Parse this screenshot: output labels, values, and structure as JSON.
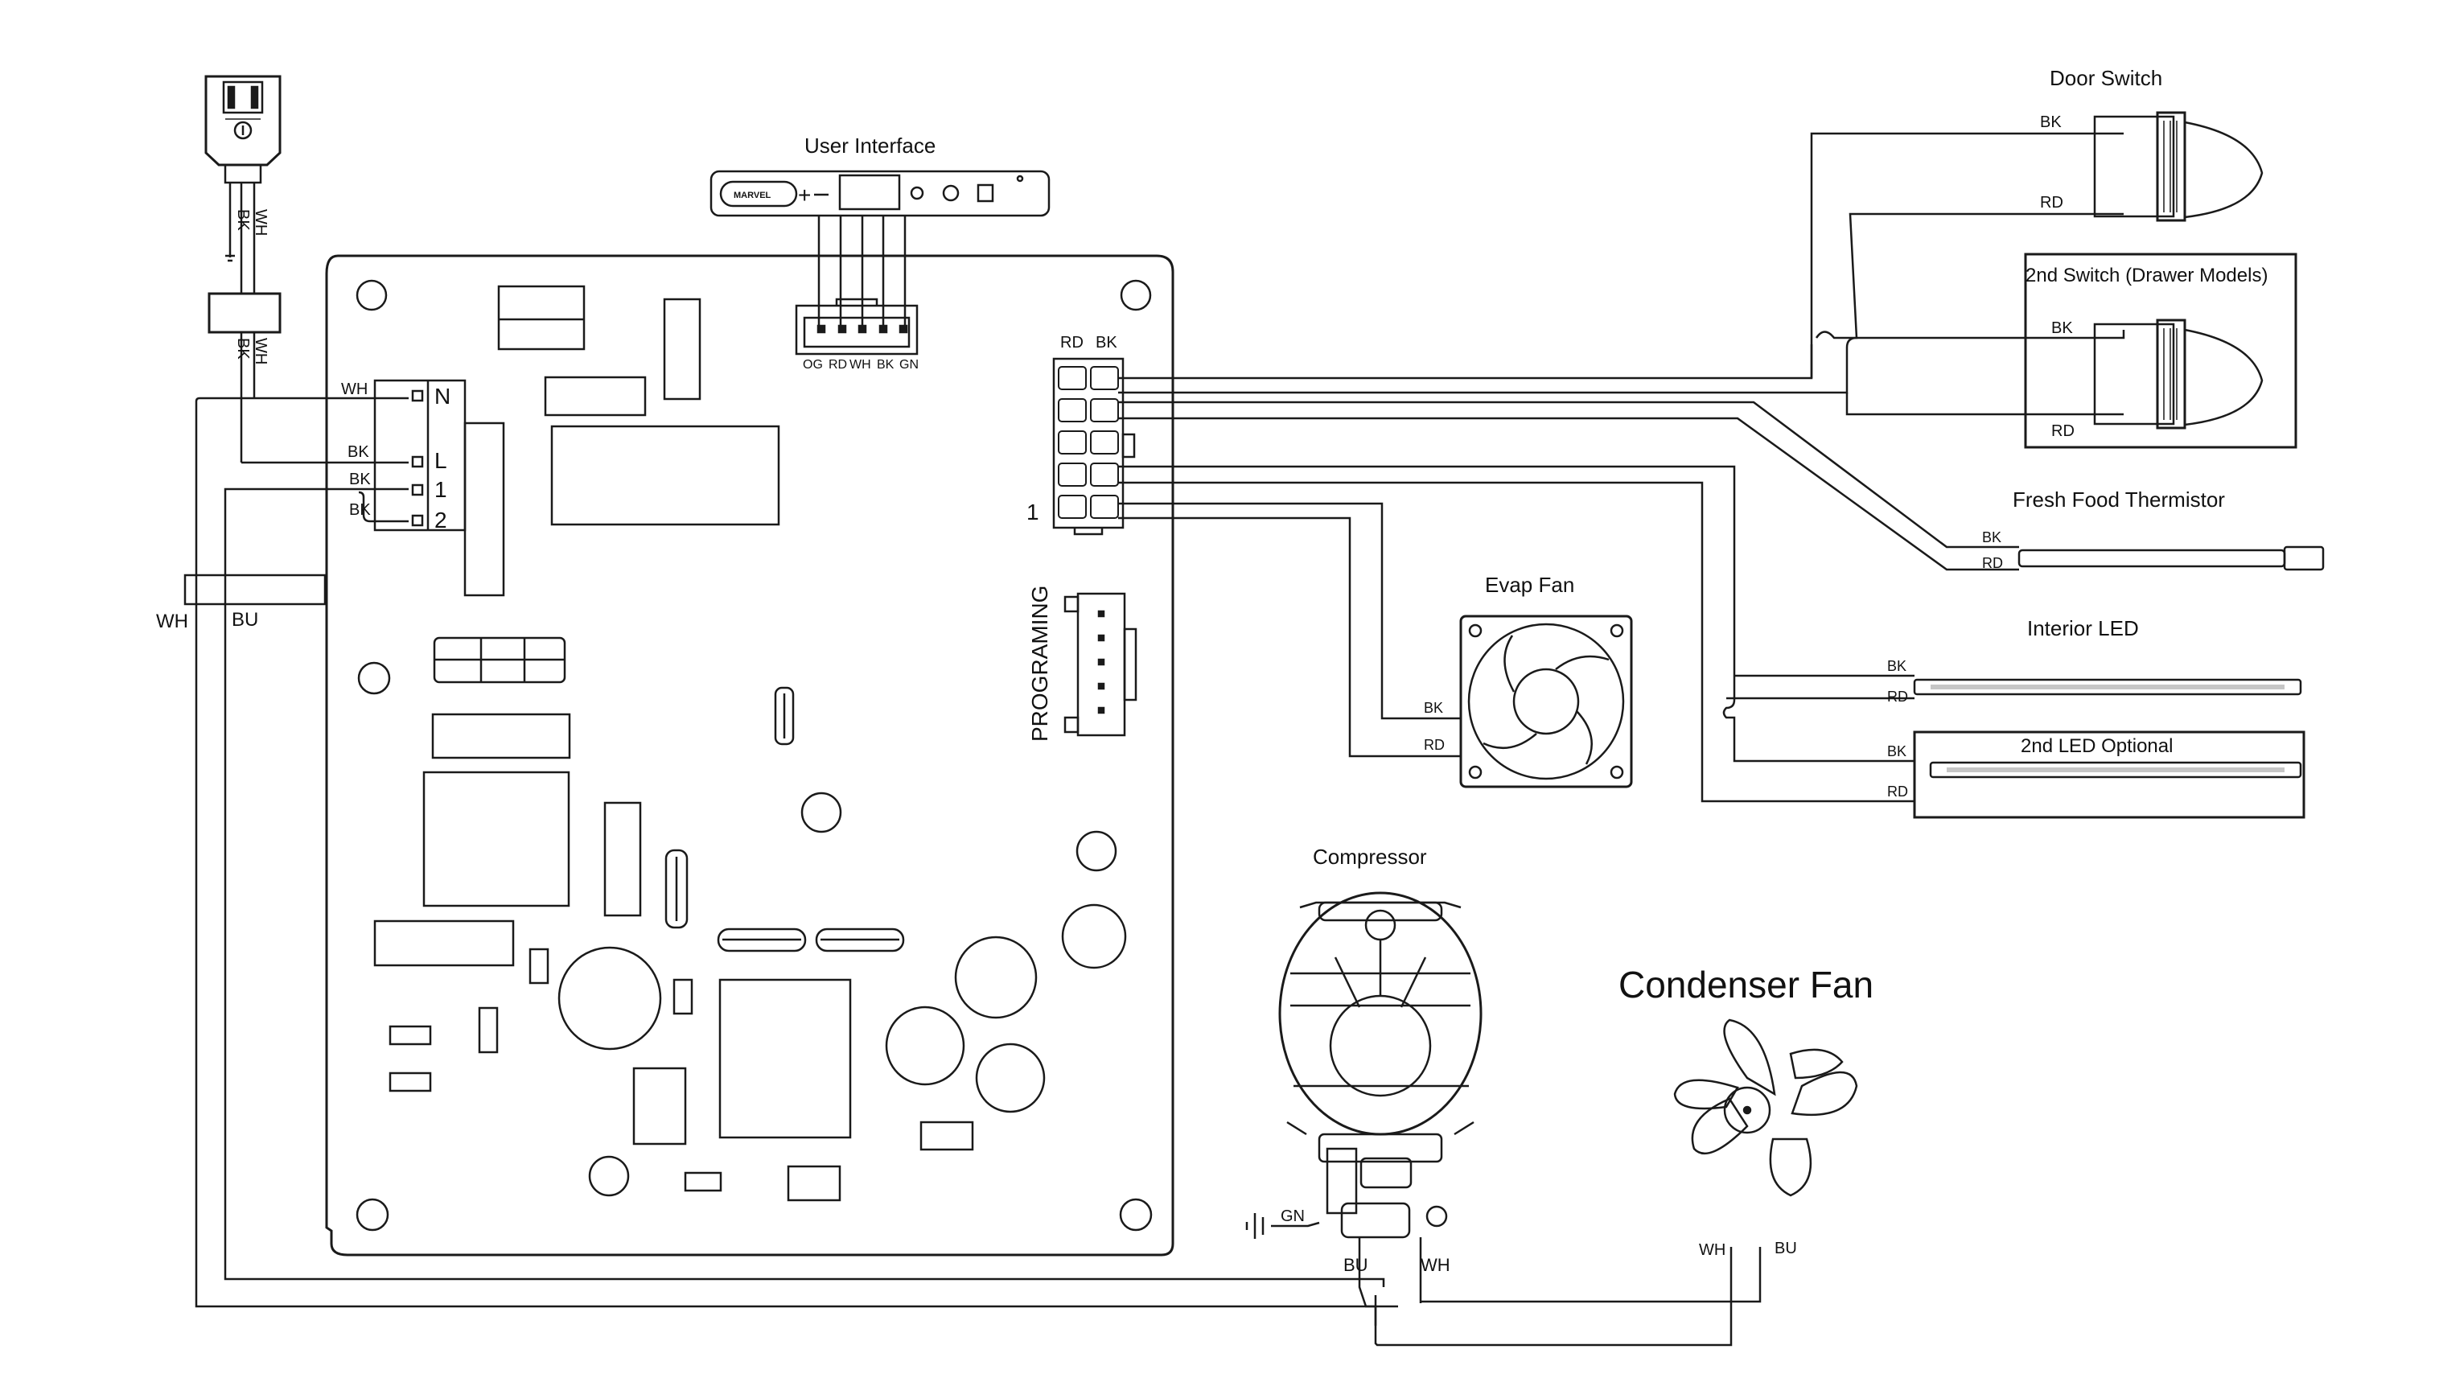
{
  "titles": {
    "user_interface": "User Interface",
    "door_switch": "Door Switch",
    "second_switch": "2nd Switch (Drawer Models)",
    "fresh_food_thermistor": "Fresh Food Thermistor",
    "evap_fan": "Evap Fan",
    "interior_led": "Interior LED",
    "second_led": "2nd LED Optional",
    "compressor": "Compressor",
    "condenser_fan": "Condenser Fan",
    "programing": "PROGRAMING"
  },
  "plug": {
    "wire_wh": "WH",
    "wire_bk": "BK"
  },
  "terminal_block": {
    "terminals": [
      {
        "label": "N",
        "wire": "WH"
      },
      {
        "label": "L",
        "wire": "BK"
      },
      {
        "label": "1",
        "wire": "BK"
      },
      {
        "label": "2",
        "wire": "BK"
      }
    ]
  },
  "ui_connector": {
    "pins": [
      "OG",
      "RD",
      "WH",
      "BK",
      "GN"
    ]
  },
  "ui_panel": {
    "brand": "MARVEL",
    "plus": "+",
    "minus": "−"
  },
  "main_connector": {
    "col_labels": [
      "RD",
      "BK"
    ],
    "pin_one": "1"
  },
  "wire_labels": {
    "door_switch_top": "BK",
    "door_switch_bottom": "RD",
    "second_switch_top": "BK",
    "second_switch_bottom": "RD",
    "thermistor_top": "BK",
    "thermistor_bottom": "RD",
    "evap_top": "BK",
    "evap_bottom": "RD",
    "interior_led_top": "BK",
    "interior_led_bottom": "RD",
    "second_led_top": "BK",
    "second_led_bottom": "RD",
    "clamp_left": "WH",
    "clamp_right": "BU",
    "compressor_ground": "GN",
    "compressor_left": "BU",
    "compressor_right": "WH",
    "condenser_left": "WH",
    "condenser_right": "BU"
  }
}
